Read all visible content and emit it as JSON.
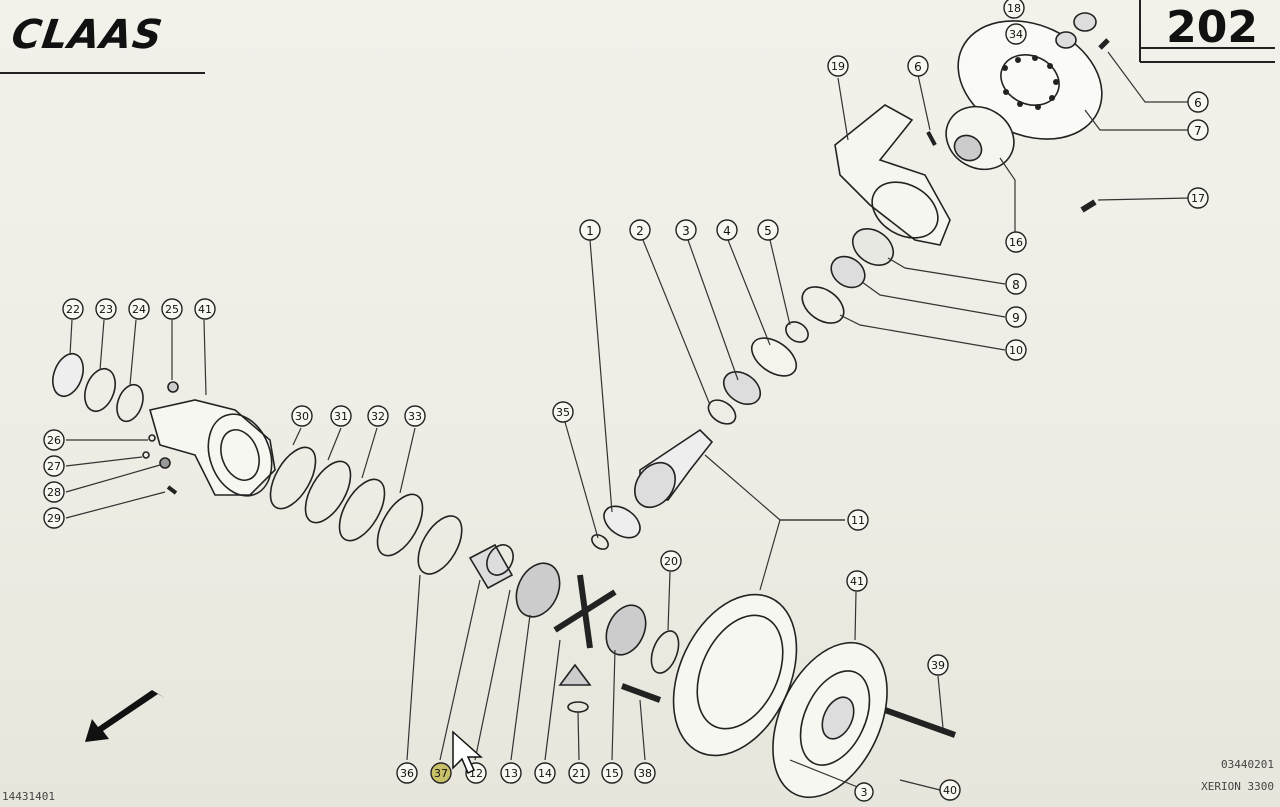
{
  "brand": {
    "logo_text": "CLAAS"
  },
  "page": {
    "number": "202"
  },
  "footer": {
    "left_code": "14431401",
    "right_code": "03440201",
    "model": "XERION 3300"
  },
  "callouts": [
    {
      "id": "c1",
      "label": "1"
    },
    {
      "id": "c2",
      "label": "2"
    },
    {
      "id": "c3",
      "label": "3"
    },
    {
      "id": "c4",
      "label": "4"
    },
    {
      "id": "c5",
      "label": "5"
    },
    {
      "id": "c6a",
      "label": "6"
    },
    {
      "id": "c6b",
      "label": "6"
    },
    {
      "id": "c7",
      "label": "7"
    },
    {
      "id": "c8",
      "label": "8"
    },
    {
      "id": "c9",
      "label": "9"
    },
    {
      "id": "c10",
      "label": "10"
    },
    {
      "id": "c11",
      "label": "11"
    },
    {
      "id": "c12",
      "label": "12"
    },
    {
      "id": "c13",
      "label": "13"
    },
    {
      "id": "c14",
      "label": "14"
    },
    {
      "id": "c15",
      "label": "15"
    },
    {
      "id": "c16",
      "label": "16"
    },
    {
      "id": "c17",
      "label": "17"
    },
    {
      "id": "c18",
      "label": "18"
    },
    {
      "id": "c19",
      "label": "19"
    },
    {
      "id": "c20",
      "label": "20"
    },
    {
      "id": "c21",
      "label": "21"
    },
    {
      "id": "c22",
      "label": "22"
    },
    {
      "id": "c23",
      "label": "23"
    },
    {
      "id": "c24",
      "label": "24"
    },
    {
      "id": "c25",
      "label": "25"
    },
    {
      "id": "c26",
      "label": "26"
    },
    {
      "id": "c27",
      "label": "27"
    },
    {
      "id": "c28",
      "label": "28"
    },
    {
      "id": "c29",
      "label": "29"
    },
    {
      "id": "c30",
      "label": "30"
    },
    {
      "id": "c31",
      "label": "31"
    },
    {
      "id": "c32",
      "label": "32"
    },
    {
      "id": "c33",
      "label": "33"
    },
    {
      "id": "c34",
      "label": "34"
    },
    {
      "id": "c35",
      "label": "35"
    },
    {
      "id": "c36",
      "label": "36"
    },
    {
      "id": "c37",
      "label": "37"
    },
    {
      "id": "c38",
      "label": "38"
    },
    {
      "id": "c39",
      "label": "39"
    },
    {
      "id": "c40",
      "label": "40"
    },
    {
      "id": "c41a",
      "label": "41"
    },
    {
      "id": "c41b",
      "label": "41"
    },
    {
      "id": "c3b",
      "label": "3"
    }
  ],
  "colors": {
    "ink": "#1a1a1a",
    "paper": "#f1f0e8",
    "highlight": "#c9c06a"
  }
}
